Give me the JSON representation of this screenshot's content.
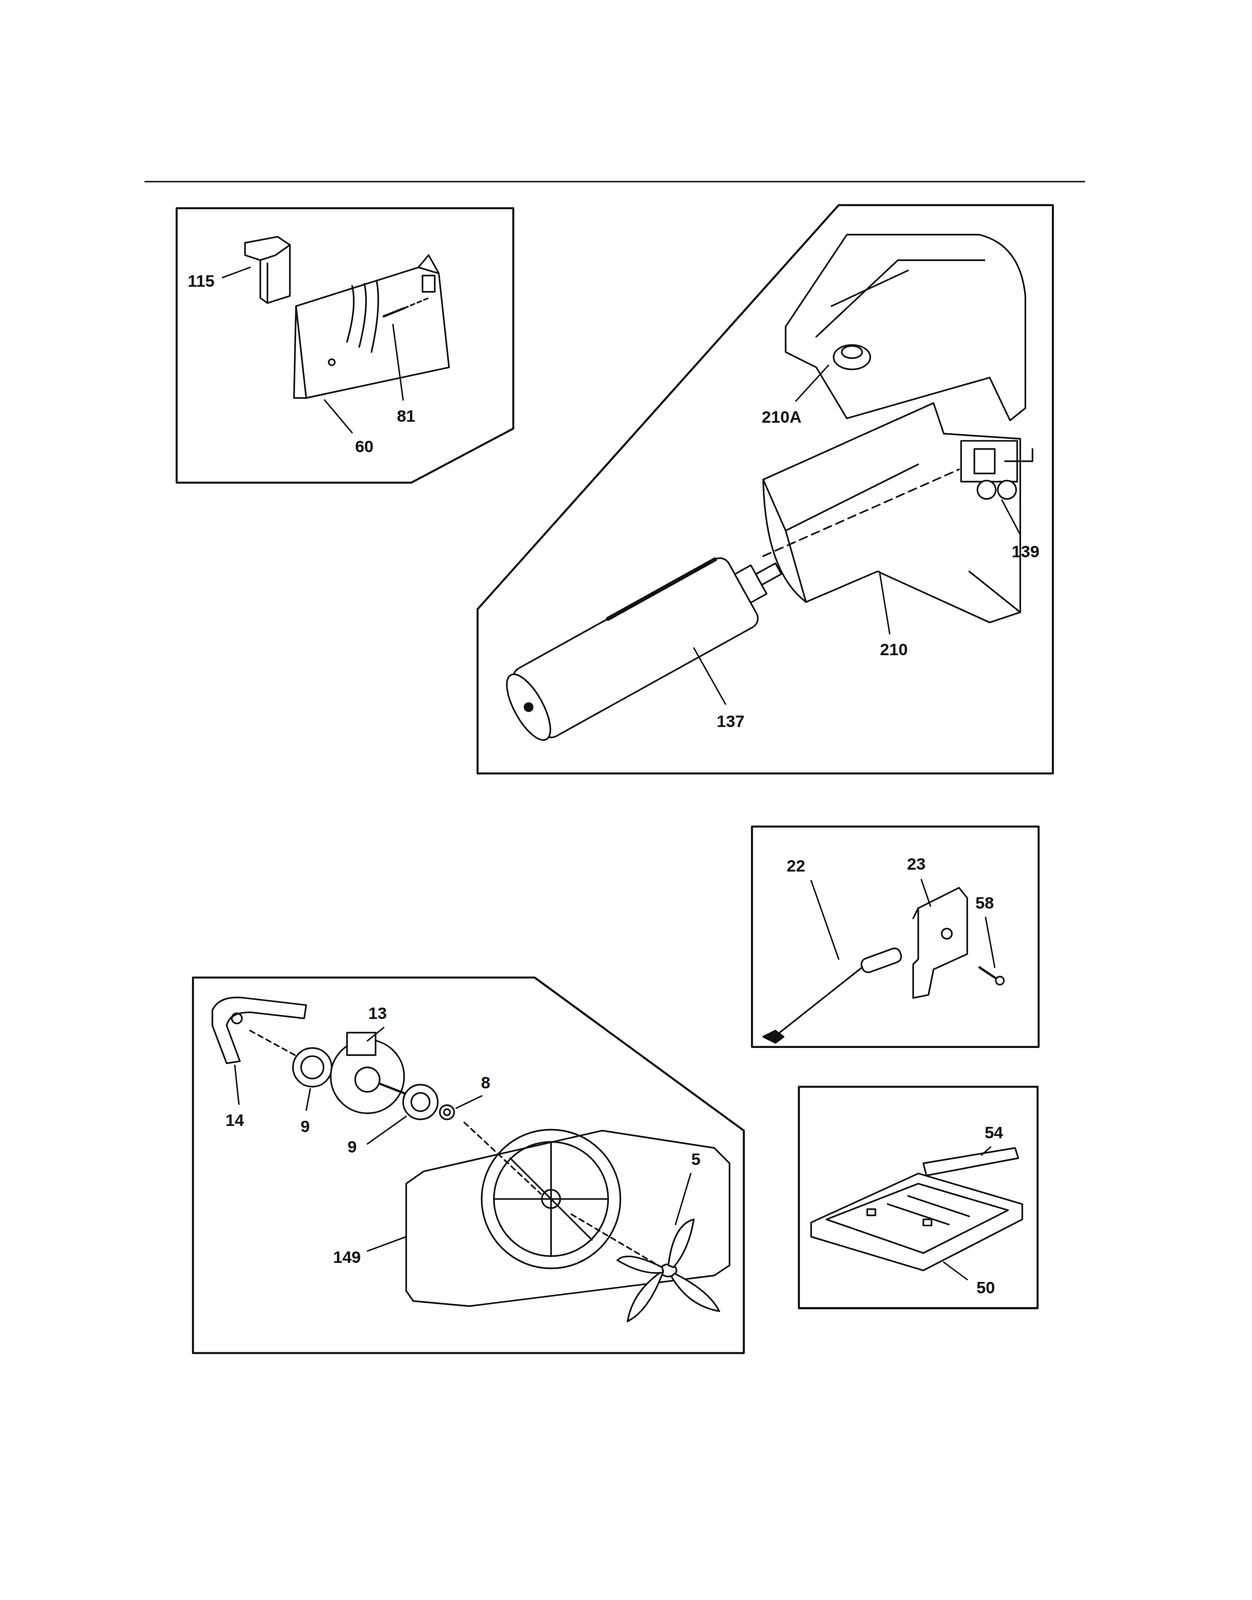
{
  "diagram": {
    "labels": [
      "115",
      "81",
      "60",
      "210A",
      "139",
      "210",
      "137",
      "22",
      "23",
      "58",
      "13",
      "8",
      "14",
      "9",
      "9",
      "5",
      "149",
      "54",
      "50"
    ]
  }
}
